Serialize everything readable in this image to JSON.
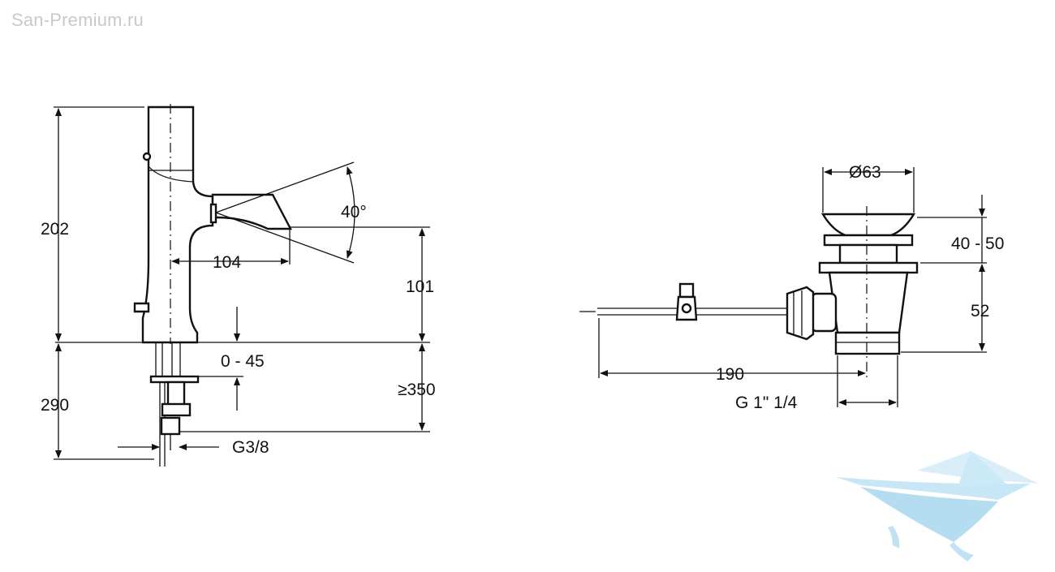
{
  "watermark": "San-Premium.ru",
  "labels": {
    "h_202": "202",
    "h_290": "290",
    "spout_104": "104",
    "angle_40": "40°",
    "h_101": "101",
    "adj_0_45": "0 - 45",
    "min_350": "≥350",
    "thread_g38": "G3/8",
    "dia_63": "Ø63",
    "range_40_50": "40 - 50",
    "h_52": "52",
    "len_190": "190",
    "thread_g114": "G 1\" 1/4"
  },
  "colors": {
    "line": "#111111",
    "watermark_text": "#c9c9c9",
    "logo": "#9fd3ef"
  },
  "icons": {
    "brand_logo": "bathtub-logo-icon"
  }
}
